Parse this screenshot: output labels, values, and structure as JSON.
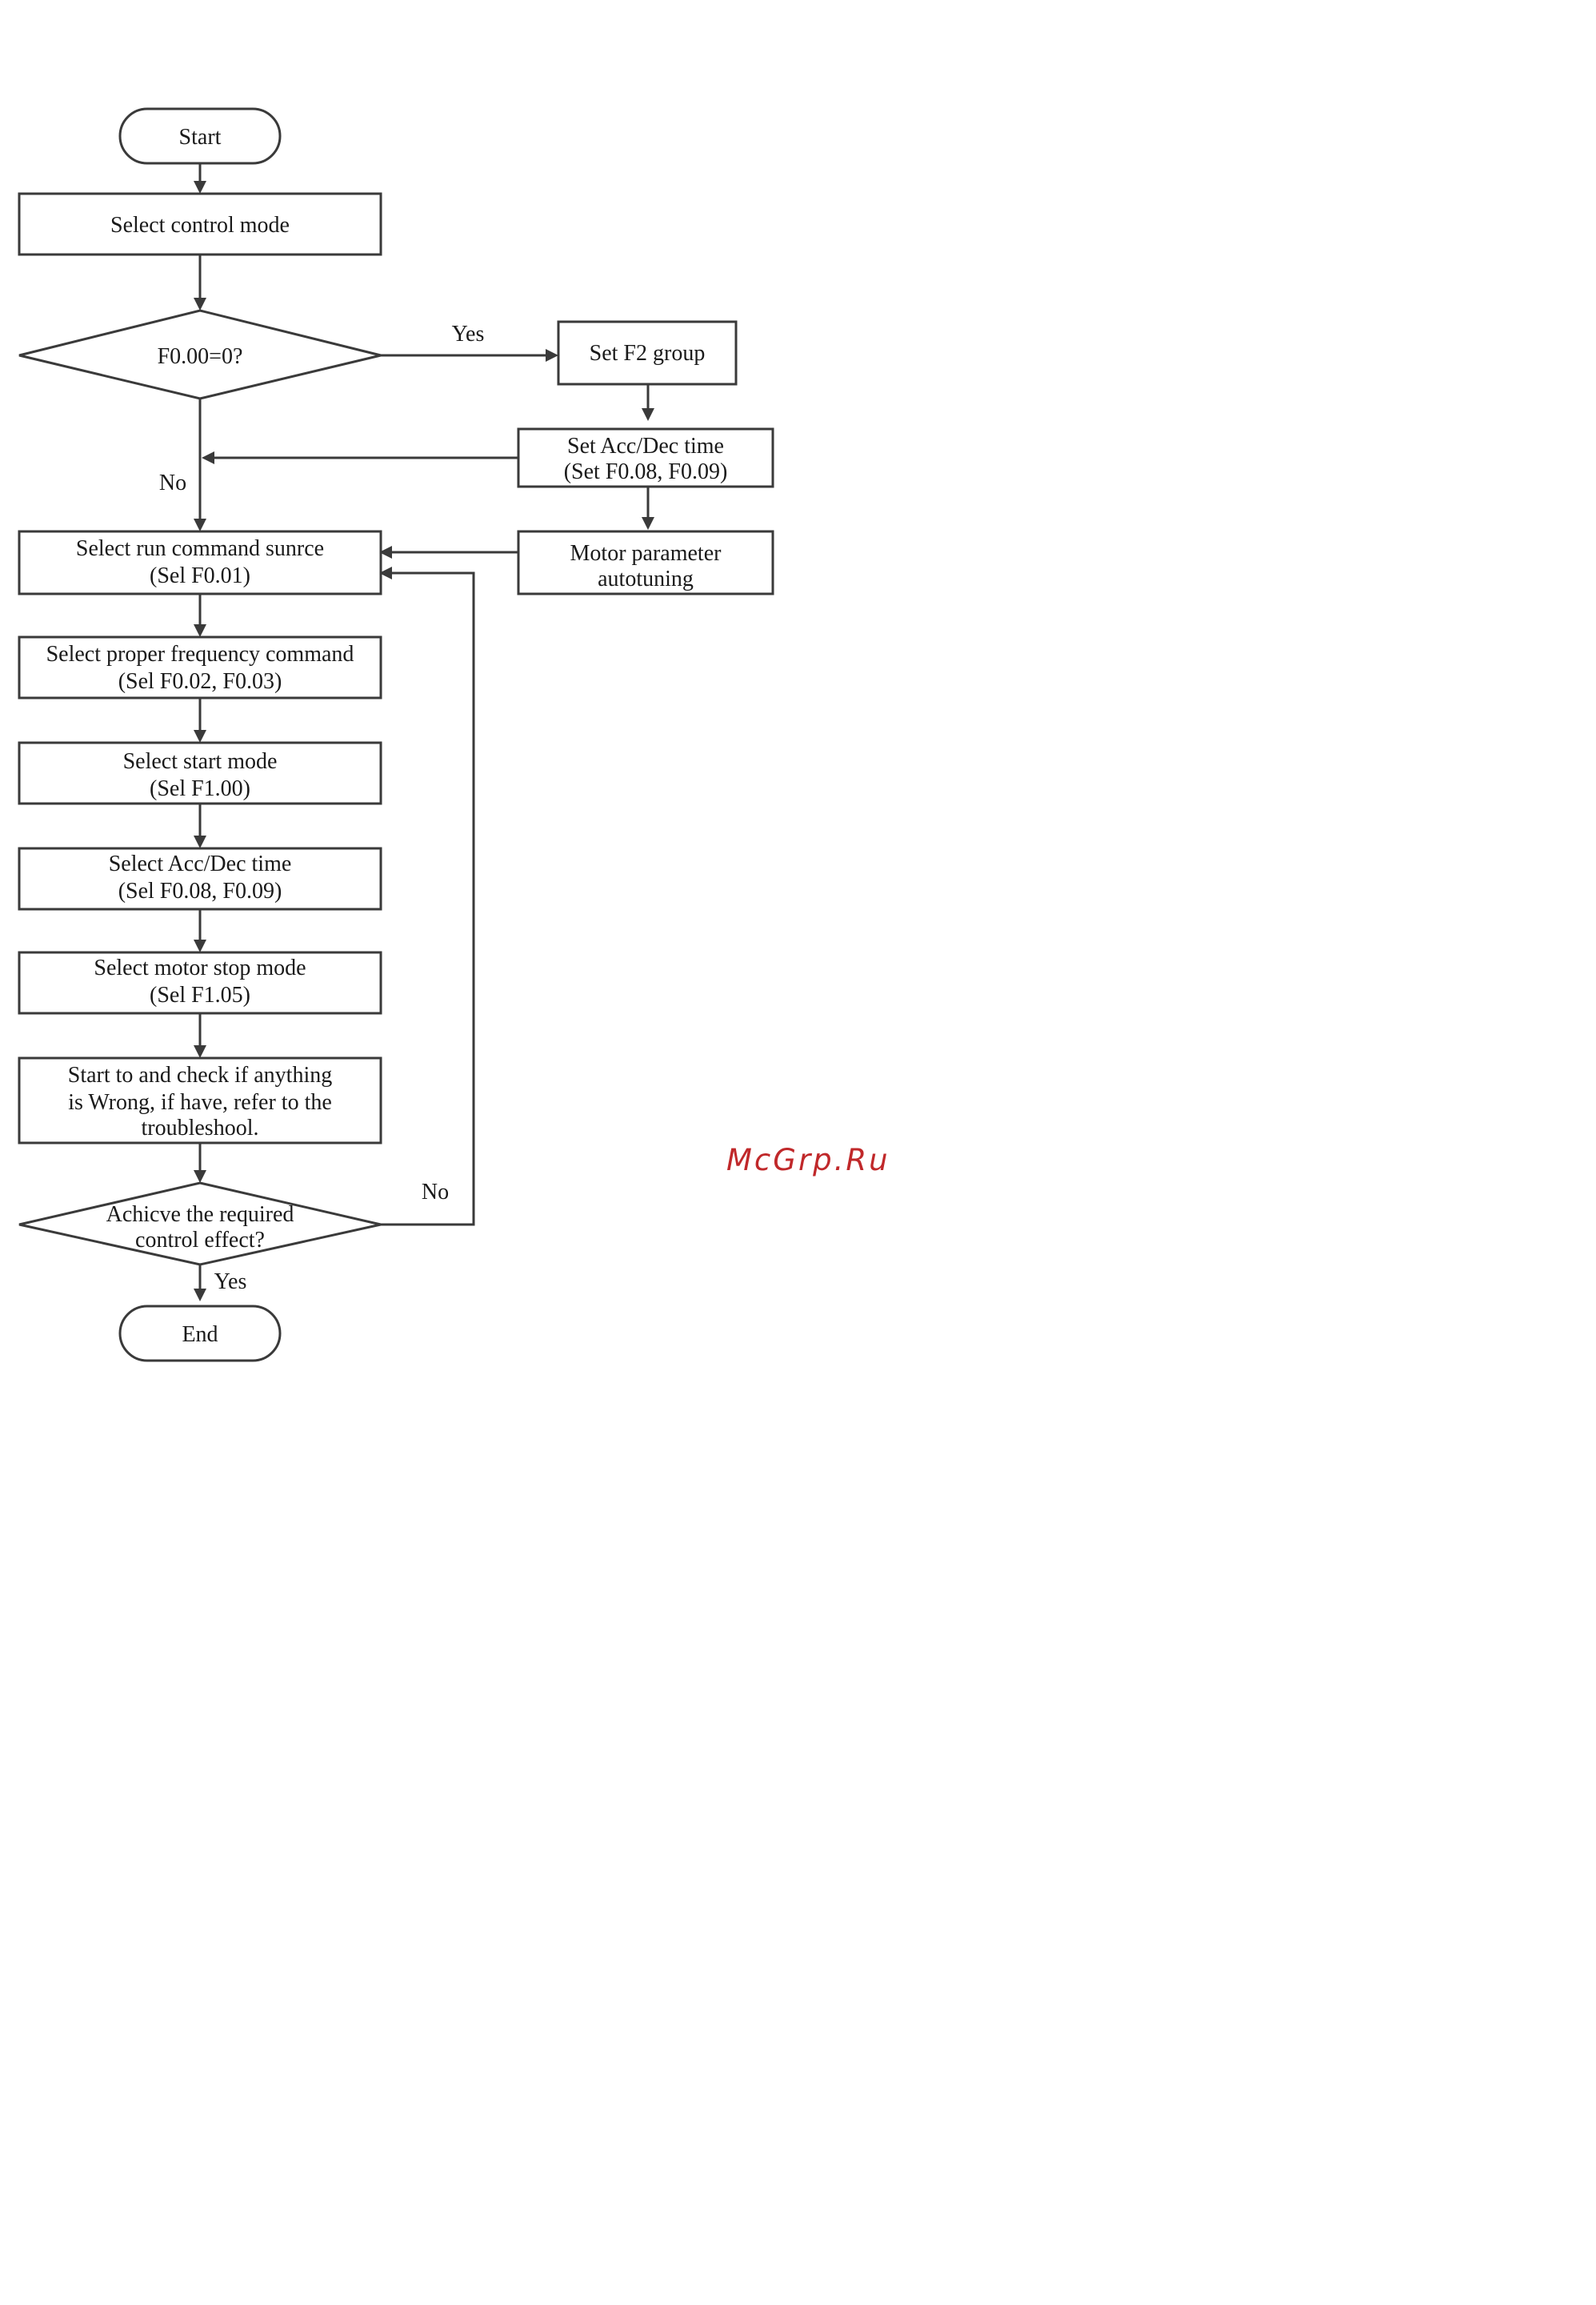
{
  "diagram": {
    "start": "Start",
    "select_control_mode": "Select control mode",
    "decision_f000": "F0.00=0?",
    "yes_label_1": "Yes",
    "no_label_1": "No",
    "set_f2_group": "Set F2 group",
    "set_accdec_line1": "Set Acc/Dec time",
    "set_accdec_line2": "(Set F0.08, F0.09)",
    "motor_param_line1": "Motor parameter",
    "motor_param_line2": "autotuning",
    "run_cmd_line1": "Select run command sunrce",
    "run_cmd_line2": "(Sel F0.01)",
    "freq_cmd_line1": "Select proper frequency command",
    "freq_cmd_line2": "(Sel F0.02, F0.03)",
    "start_mode_line1": "Select start mode",
    "start_mode_line2": "(Sel F1.00)",
    "sel_accdec_line1": "Select Acc/Dec time",
    "sel_accdec_line2": "(Sel F0.08, F0.09)",
    "stop_mode_line1": "Select motor stop mode",
    "stop_mode_line2": "(Sel F1.05)",
    "check_line1": "Start to and check if anything",
    "check_line2": "is Wrong, if have, refer to the",
    "check_line3": "troubleshool.",
    "achieve_line1": "Achicve the required",
    "achieve_line2": "control effect?",
    "no_label_2": "No",
    "yes_label_2": "Yes",
    "end": "End"
  },
  "watermark": "McGrp.Ru"
}
